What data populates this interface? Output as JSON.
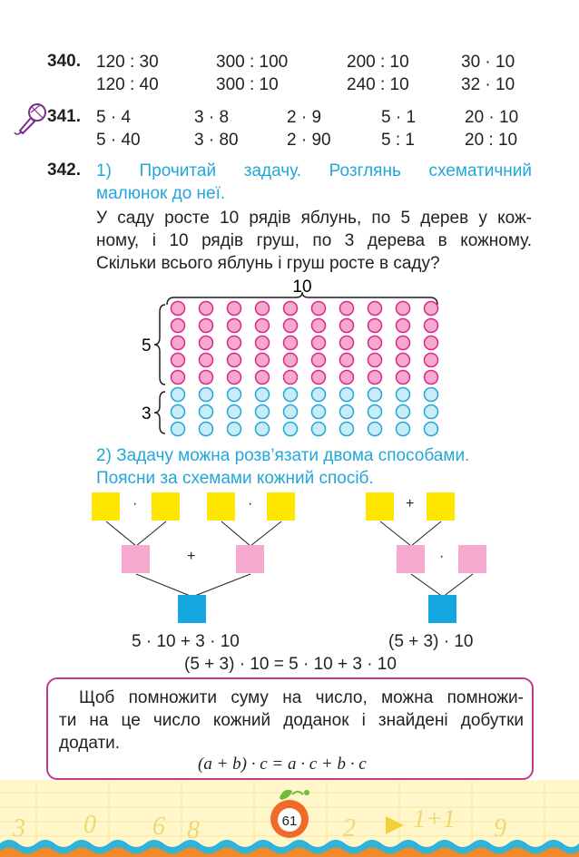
{
  "ex340": {
    "number": "340.",
    "row1": [
      "120 : 30",
      "300 : 100",
      "200 : 10",
      "30 · 10"
    ],
    "row2": [
      "120 : 40",
      "300 : 10",
      "240 : 10",
      "32 · 10"
    ]
  },
  "ex341": {
    "number": "341.",
    "row1": [
      "5 · 4",
      "3 · 8",
      "2 · 9",
      "5 · 1",
      "20 · 10"
    ],
    "row2": [
      "5 · 40",
      "3 · 80",
      "2 · 90",
      "5 : 1",
      "20 : 10"
    ]
  },
  "ex342": {
    "number": "342.",
    "task1_line1": "1) Прочитай задачу. Розглянь схематичний",
    "task1_line2": "малюнок до неї.",
    "problem_line1": "У саду росте 10 рядів яблунь, по 5 дерев у кож-",
    "problem_line2": "ному, і 10 рядів груш, по 3 дерева в кожному.",
    "problem_line3": "Скільки всього яблунь і груш росте в саду?",
    "diagram": {
      "top_label": "10",
      "apple_label": "5",
      "pear_label": "3",
      "columns": 10,
      "apple_rows": 5,
      "pear_rows": 3,
      "apple_color": "#f5a9ce",
      "apple_stroke": "#e0258a",
      "pear_color": "#c9ecf7",
      "pear_stroke": "#1ea7dc"
    },
    "task2_line1": "2) Задачу можна розв’язати двома способами.",
    "task2_line2": "Поясни за схемами кожний спосіб.",
    "scheme_left": {
      "op_top_left": "·",
      "op_top_right": "·",
      "op_middle": "+",
      "expression": "5 · 10 + 3 · 10"
    },
    "scheme_right": {
      "op_top": "+",
      "op_middle": "·",
      "expression": "(5 + 3) · 10"
    },
    "equation": "(5 + 3) · 10 = 5 · 10 + 3 · 10"
  },
  "rule": {
    "line1": "Щоб помножити суму на число, можна помножи-",
    "line2": "ти на це число кожний доданок і знайдені добутки",
    "line3": "додати.",
    "formula": "(a + b) · c = a · c + b · c"
  },
  "footer": {
    "page_number": "61",
    "decor_digits": [
      "3",
      "0",
      "6",
      "8",
      "2",
      "1+1",
      "9"
    ]
  }
}
